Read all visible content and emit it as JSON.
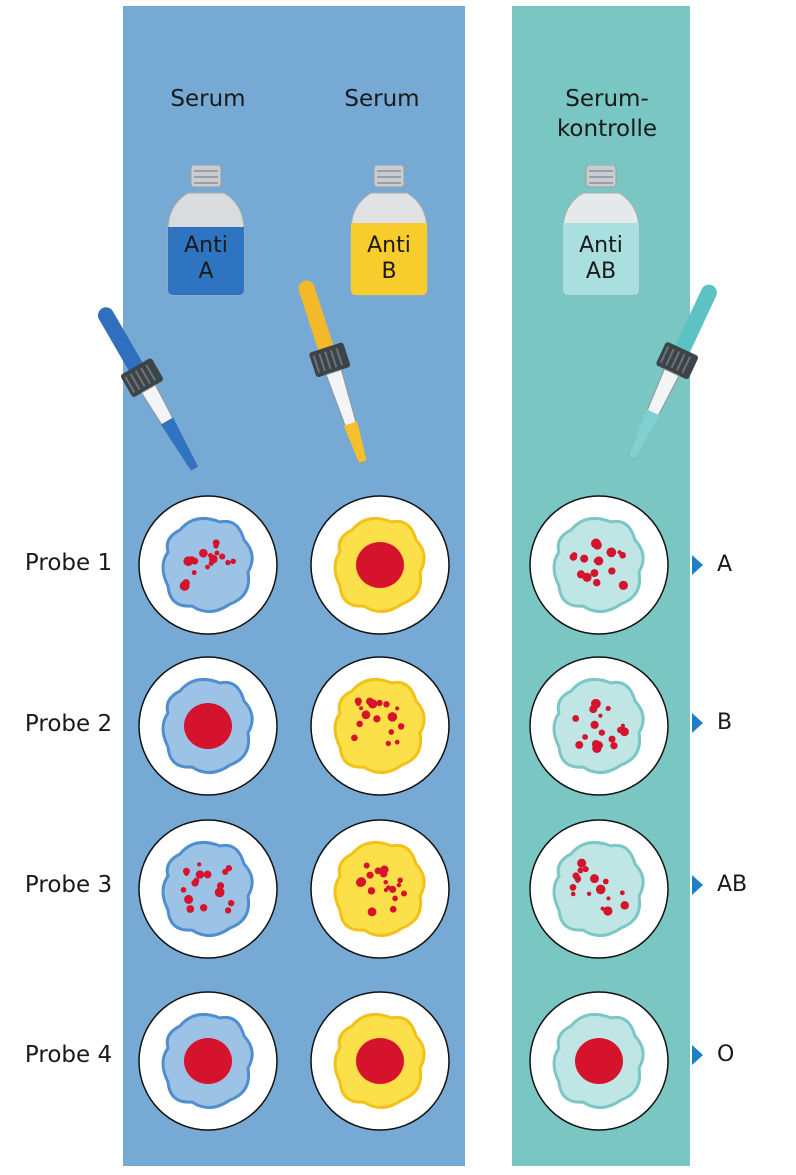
{
  "columns": [
    {
      "title": "Serum",
      "reagent": [
        "Anti",
        "A"
      ],
      "color": "#2f74c0",
      "fill_color": "#2f74c0"
    },
    {
      "title": "Serum",
      "reagent": [
        "Anti",
        "B"
      ],
      "color": "#f7cd2e",
      "fill_color": "#f7cd2e"
    },
    {
      "title_lines": [
        "Serum-",
        "kontrolle"
      ],
      "reagent": [
        "Anti",
        "AB"
      ],
      "color": "#9ed9d8",
      "fill_color": "#a9dfde"
    }
  ],
  "colors": {
    "serum_panel": "#76a9d4",
    "control_panel": "#79c6c3",
    "blood": "#d6132c",
    "marker": "#1f7fc4",
    "blue_drop": "#9cc3e6",
    "yellow_drop": "#fbe04a",
    "teal_drop": "#bfe6e5"
  },
  "rows": [
    {
      "label": "Probe 1",
      "result": "A",
      "reactions": [
        "agglutination",
        "clot",
        "agglutination"
      ]
    },
    {
      "label": "Probe 2",
      "result": "B",
      "reactions": [
        "clot",
        "agglutination",
        "agglutination"
      ]
    },
    {
      "label": "Probe 3",
      "result": "AB",
      "reactions": [
        "agglutination",
        "agglutination",
        "agglutination"
      ]
    },
    {
      "label": "Probe 4",
      "result": "O",
      "reactions": [
        "clot",
        "clot",
        "clot"
      ]
    }
  ]
}
